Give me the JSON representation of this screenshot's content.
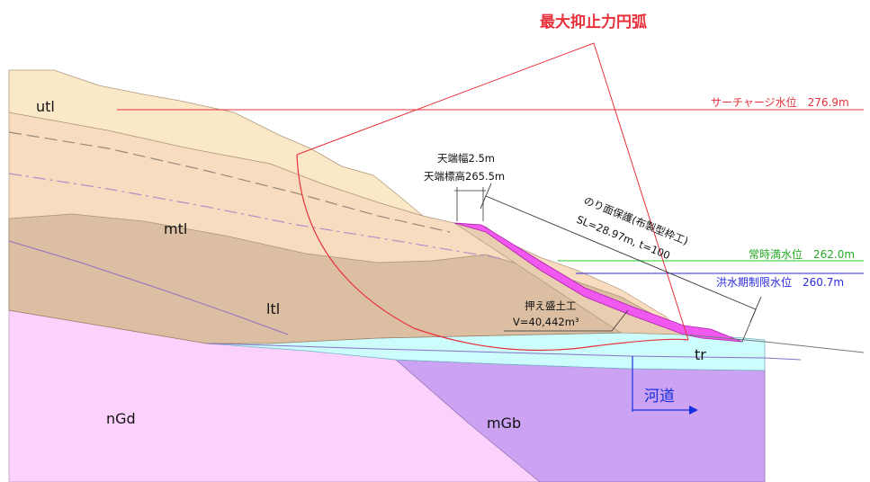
{
  "title": "最大抑止力円弧",
  "layers": {
    "utl": "utl",
    "mtl": "mtl",
    "ltl": "ltl",
    "ngd": "nGd",
    "mgb": "mGb",
    "tr": "tr"
  },
  "water_levels": {
    "surcharge": "サーチャージ水位　276.9m",
    "normal": "常時満水位　262.0m",
    "flood": "洪水期制限水位　260.7m"
  },
  "crest": {
    "width": "天端幅2.5m",
    "elevation": "天端標高265.5m"
  },
  "slope_protection": {
    "title": "のり面保護(布製型枠工)",
    "spec": "SL=28.97m, t=100"
  },
  "counterweight": {
    "title": "押え盛土工",
    "volume": "V=40,442m³"
  },
  "river": "河道",
  "colors": {
    "utl": "#fbe8c6",
    "mtl": "#f7dcc0",
    "ltl": "#dcbfa2",
    "ngd": "#fcd1fc",
    "mgb": "#cba3f2",
    "tr": "#ccfcfc",
    "fill_magenta": "#f058f0",
    "red": "#e8303a",
    "green": "#22cc22",
    "blue": "#2a2ae0",
    "river_blue": "#1530e0"
  }
}
